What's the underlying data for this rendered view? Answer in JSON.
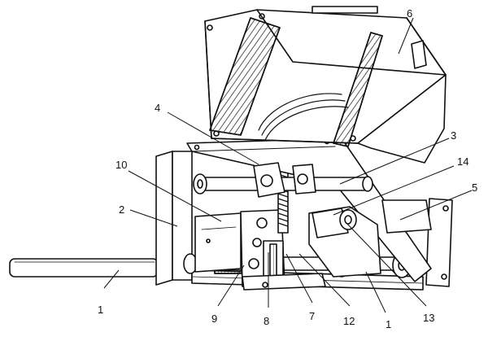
{
  "figure": {
    "type": "mechanical-assembly-drawing",
    "ink_color": "#111111",
    "paper_color": "#ffffff",
    "callouts": [
      {
        "id": "c1a",
        "text": "1"
      },
      {
        "id": "c2",
        "text": "2"
      },
      {
        "id": "c10",
        "text": "10"
      },
      {
        "id": "c4",
        "text": "4"
      },
      {
        "id": "c6",
        "text": "6"
      },
      {
        "id": "c3",
        "text": "3"
      },
      {
        "id": "c14",
        "text": "14"
      },
      {
        "id": "c5",
        "text": "5"
      },
      {
        "id": "c9",
        "text": "9"
      },
      {
        "id": "c8",
        "text": "8"
      },
      {
        "id": "c7",
        "text": "7"
      },
      {
        "id": "c12",
        "text": "12"
      },
      {
        "id": "c1b",
        "text": "1"
      },
      {
        "id": "c13",
        "text": "13"
      }
    ]
  }
}
